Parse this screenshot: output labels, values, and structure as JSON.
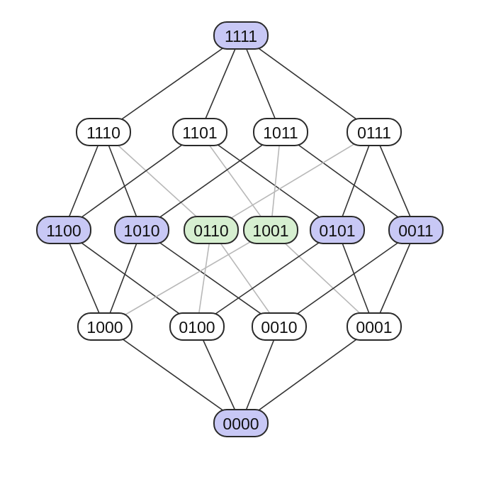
{
  "diagram": {
    "type": "boolean-lattice-hasse",
    "colors": {
      "blue": "#c8c8f5",
      "green": "#d6efd0",
      "white": "#ffffff",
      "edge_dark": "#333333",
      "edge_light": "#b8b8b8"
    },
    "levels": [
      {
        "nodes": [
          {
            "label": "1111",
            "fill": "blue"
          }
        ]
      },
      {
        "nodes": [
          {
            "label": "1110",
            "fill": "white"
          },
          {
            "label": "1101",
            "fill": "white"
          },
          {
            "label": "1011",
            "fill": "white"
          },
          {
            "label": "0111",
            "fill": "white"
          }
        ]
      },
      {
        "nodes": [
          {
            "label": "1100",
            "fill": "blue"
          },
          {
            "label": "1010",
            "fill": "blue"
          },
          {
            "label": "0110",
            "fill": "green"
          },
          {
            "label": "1001",
            "fill": "green"
          },
          {
            "label": "0101",
            "fill": "blue"
          },
          {
            "label": "0011",
            "fill": "blue"
          }
        ]
      },
      {
        "nodes": [
          {
            "label": "1000",
            "fill": "white"
          },
          {
            "label": "0100",
            "fill": "white"
          },
          {
            "label": "0010",
            "fill": "white"
          },
          {
            "label": "0001",
            "fill": "white"
          }
        ]
      },
      {
        "nodes": [
          {
            "label": "0000",
            "fill": "blue"
          }
        ]
      }
    ],
    "edges": [
      {
        "from": "1111",
        "to": "1110",
        "tone": "dark"
      },
      {
        "from": "1111",
        "to": "1101",
        "tone": "dark"
      },
      {
        "from": "1111",
        "to": "1011",
        "tone": "dark"
      },
      {
        "from": "1111",
        "to": "0111",
        "tone": "dark"
      },
      {
        "from": "1110",
        "to": "1100",
        "tone": "dark"
      },
      {
        "from": "1110",
        "to": "1010",
        "tone": "dark"
      },
      {
        "from": "1110",
        "to": "0110",
        "tone": "light"
      },
      {
        "from": "1101",
        "to": "1100",
        "tone": "dark"
      },
      {
        "from": "1101",
        "to": "1001",
        "tone": "light"
      },
      {
        "from": "1101",
        "to": "0101",
        "tone": "dark"
      },
      {
        "from": "1011",
        "to": "1010",
        "tone": "dark"
      },
      {
        "from": "1011",
        "to": "1001",
        "tone": "light"
      },
      {
        "from": "1011",
        "to": "0011",
        "tone": "dark"
      },
      {
        "from": "0111",
        "to": "0110",
        "tone": "light"
      },
      {
        "from": "0111",
        "to": "0101",
        "tone": "dark"
      },
      {
        "from": "0111",
        "to": "0011",
        "tone": "dark"
      },
      {
        "from": "1100",
        "to": "1000",
        "tone": "dark"
      },
      {
        "from": "1100",
        "to": "0100",
        "tone": "dark"
      },
      {
        "from": "1010",
        "to": "1000",
        "tone": "dark"
      },
      {
        "from": "1010",
        "to": "0010",
        "tone": "dark"
      },
      {
        "from": "0110",
        "to": "0100",
        "tone": "light"
      },
      {
        "from": "0110",
        "to": "0010",
        "tone": "light"
      },
      {
        "from": "1001",
        "to": "1000",
        "tone": "light"
      },
      {
        "from": "1001",
        "to": "0001",
        "tone": "light"
      },
      {
        "from": "0101",
        "to": "0100",
        "tone": "dark"
      },
      {
        "from": "0101",
        "to": "0001",
        "tone": "dark"
      },
      {
        "from": "0011",
        "to": "0010",
        "tone": "dark"
      },
      {
        "from": "0011",
        "to": "0001",
        "tone": "dark"
      },
      {
        "from": "1000",
        "to": "0000",
        "tone": "dark"
      },
      {
        "from": "0100",
        "to": "0000",
        "tone": "dark"
      },
      {
        "from": "0010",
        "to": "0000",
        "tone": "dark"
      },
      {
        "from": "0001",
        "to": "0000",
        "tone": "dark"
      }
    ]
  }
}
